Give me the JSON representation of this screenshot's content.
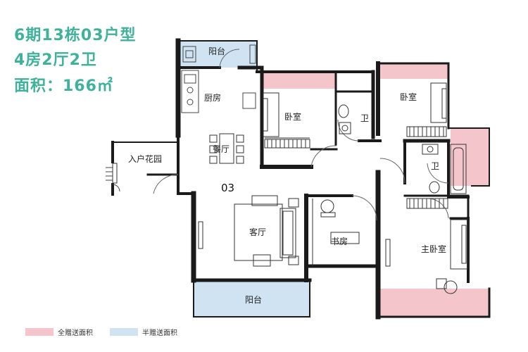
{
  "header": {
    "title": "6期13栋03户型",
    "layout": "4房2厅2卫",
    "area": "面积：166㎡"
  },
  "plan": {
    "unit_number": "03",
    "rooms": {
      "balcony_top": "阳台",
      "kitchen": "厨房",
      "bedroom_1": "卧室",
      "bathroom_1": "卫",
      "bedroom_2": "卧室",
      "dining": "餐厅",
      "entrance_garden": "入户花园",
      "bathroom_2": "卫",
      "living": "客厅",
      "study": "书房",
      "master_bedroom": "主卧室",
      "balcony_bottom": "阳台"
    }
  },
  "legend": {
    "full_gift": "全赠送面积",
    "half_gift": "半赠送面积"
  },
  "colors": {
    "accent_text": "#3fb29c",
    "full_gift": "#f4c6cc",
    "half_gift": "#cfe3f2",
    "wall": "#1a1a1a"
  }
}
